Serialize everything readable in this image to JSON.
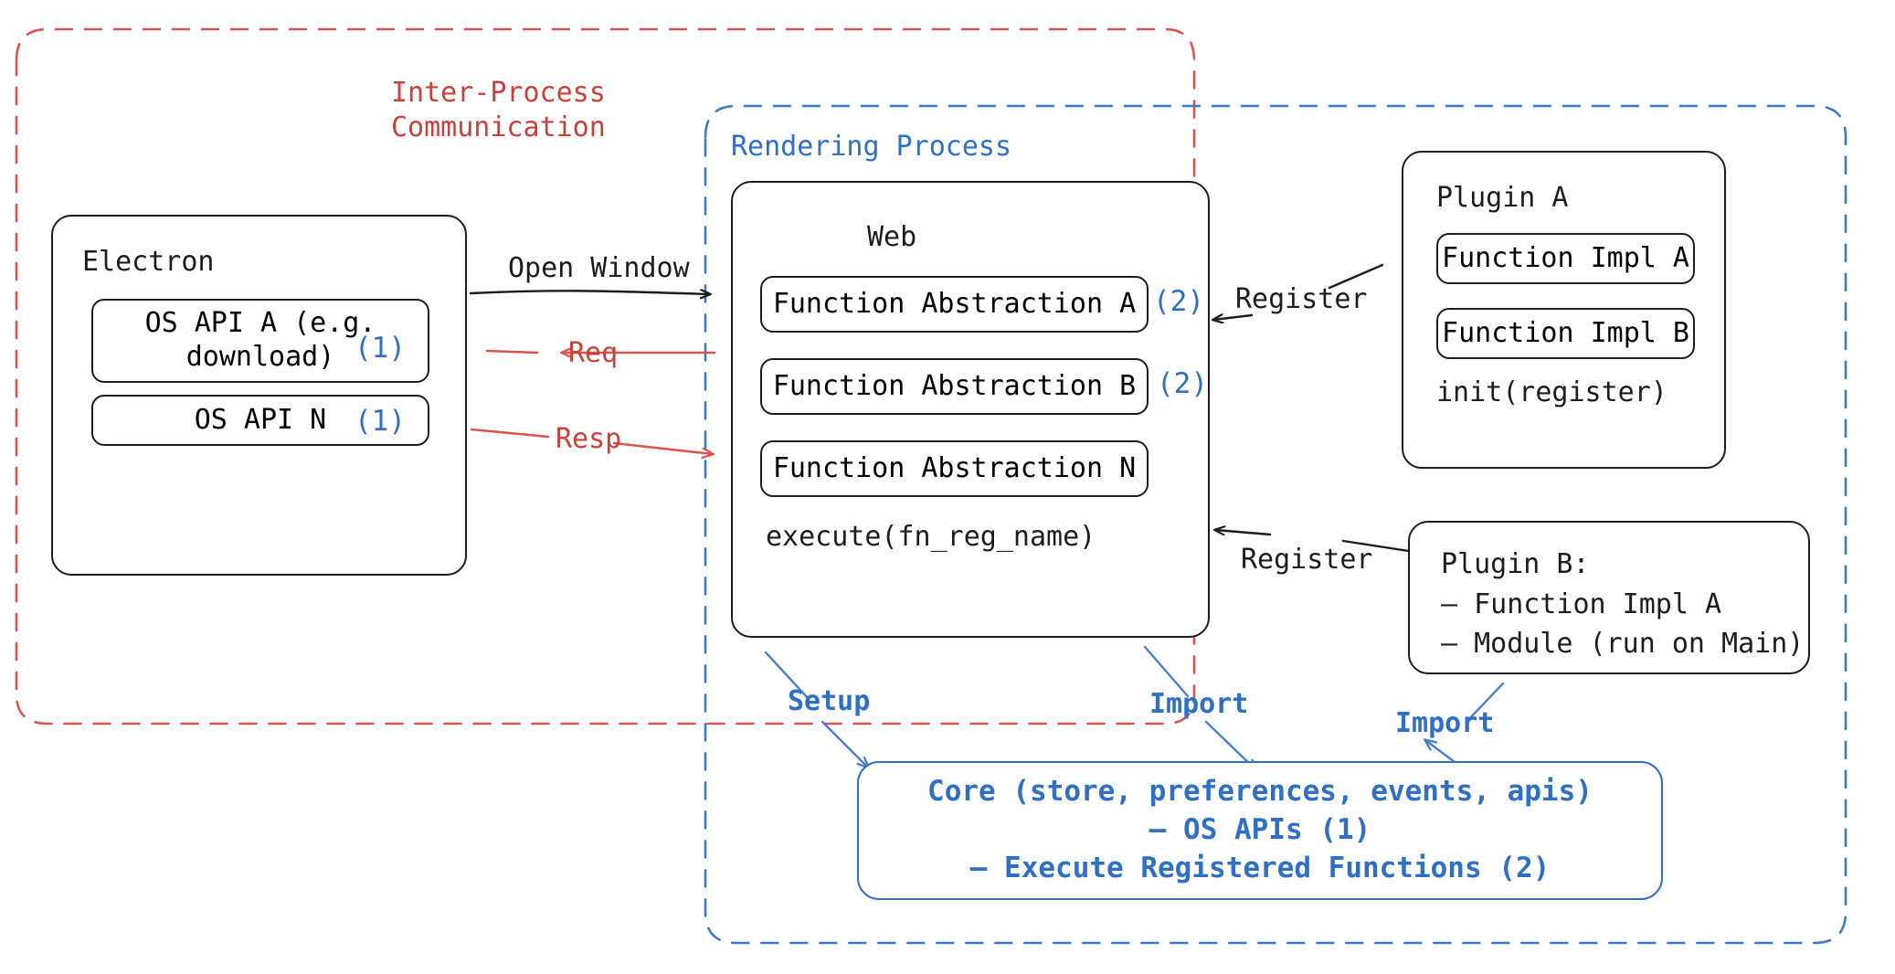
{
  "diagram": {
    "title": "Electron plugin architecture",
    "colors": {
      "ipc_red": "#c8423c",
      "process_blue": "#2f6fc4",
      "stroke_black": "#1d1d1d",
      "background": "#ffffff"
    },
    "regions": {
      "ipc": {
        "label": "Inter-Process\nCommunication",
        "style": "dashed-red"
      },
      "rendering": {
        "label": "Rendering Process",
        "style": "dashed-blue"
      }
    },
    "nodes": {
      "electron": {
        "title": "Electron",
        "items": [
          {
            "label": "OS API A (e.g.\ndownload)",
            "marker": "(1)"
          },
          {
            "label": "OS API N",
            "marker": "(1)"
          }
        ]
      },
      "web": {
        "title": "Web",
        "items": [
          {
            "label": "Function Abstraction A",
            "marker": "(2)"
          },
          {
            "label": "Function Abstraction B",
            "marker": "(2)"
          },
          {
            "label": "Function Abstraction N",
            "marker": ""
          }
        ],
        "footer": "execute(fn_reg_name)"
      },
      "plugin_a": {
        "title": "Plugin A",
        "items": [
          {
            "label": "Function Impl A"
          },
          {
            "label": "Function Impl B"
          }
        ],
        "footer": "init(register)"
      },
      "plugin_b": {
        "lines": "Plugin B:\n– Function Impl A\n– Module (run on Main)"
      },
      "core": {
        "lines": [
          "Core (store, preferences, events, apis)",
          "– OS APIs (1)",
          "– Execute Registered Functions (2)"
        ]
      }
    },
    "edges": [
      {
        "id": "open-window",
        "label": "Open Window",
        "color": "#1d1d1d",
        "from": "electron",
        "to": "web"
      },
      {
        "id": "req",
        "label": "Req",
        "color": "#c8423c",
        "from": "web",
        "to": "electron"
      },
      {
        "id": "resp",
        "label": "Resp",
        "color": "#c8423c",
        "from": "electron",
        "to": "web"
      },
      {
        "id": "register-a",
        "label": "Register",
        "color": "#1d1d1d",
        "from": "plugin_a",
        "to": "web"
      },
      {
        "id": "register-b",
        "label": "Register",
        "color": "#1d1d1d",
        "from": "plugin_b",
        "to": "web"
      },
      {
        "id": "setup",
        "label": "Setup",
        "color": "#2f6fc4",
        "from": "web",
        "to": "core"
      },
      {
        "id": "import-web",
        "label": "Import",
        "color": "#2f6fc4",
        "from": "web",
        "to": "core"
      },
      {
        "id": "import-plugin-b",
        "label": "Import",
        "color": "#2f6fc4",
        "from": "core",
        "to": "plugin_b"
      }
    ]
  }
}
